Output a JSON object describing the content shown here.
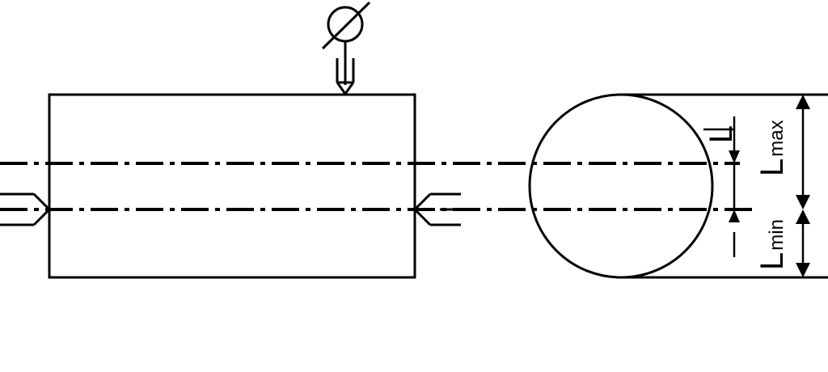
{
  "labels": {
    "l_main": "L",
    "l_max_main": "L",
    "l_max_sub": "max",
    "l_min_main": "L",
    "l_min_sub": "min"
  },
  "colors": {
    "line": "#000000",
    "background": "#ffffff"
  },
  "icons": {
    "gauge": "dial-indicator-icon",
    "left_support": "center-support-icon",
    "right_support": "center-support-icon"
  }
}
